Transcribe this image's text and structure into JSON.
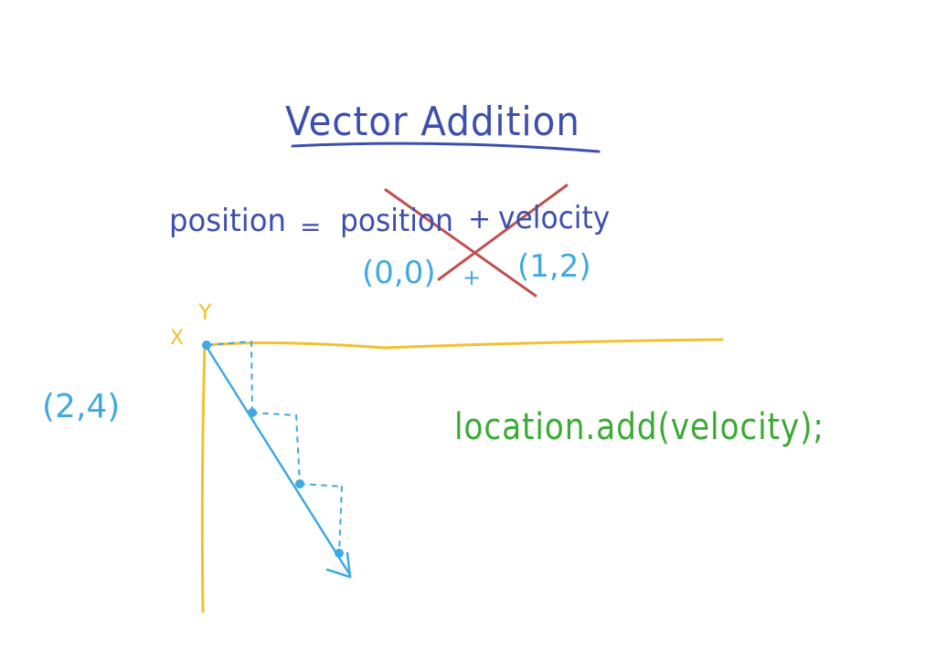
{
  "title": "Vector Addition",
  "equation": {
    "lhs": "position",
    "equals": "=",
    "rhs_term1": "position",
    "plus": "+",
    "rhs_term2": "velocity"
  },
  "values": {
    "origin": "(0,0)",
    "plus": "+",
    "velocity": "(1,2)"
  },
  "axes": {
    "x_label": "X",
    "y_label": "Y"
  },
  "point_label": "(2,4)",
  "code": "location.add(velocity);",
  "colors": {
    "title": "#3d4fae",
    "equation": "#3d4fae",
    "values": "#3fa9e0",
    "strike": "#c0504d",
    "axes": "#f2c12e",
    "vectors": "#3fa9e0",
    "code": "#3aaa35"
  }
}
